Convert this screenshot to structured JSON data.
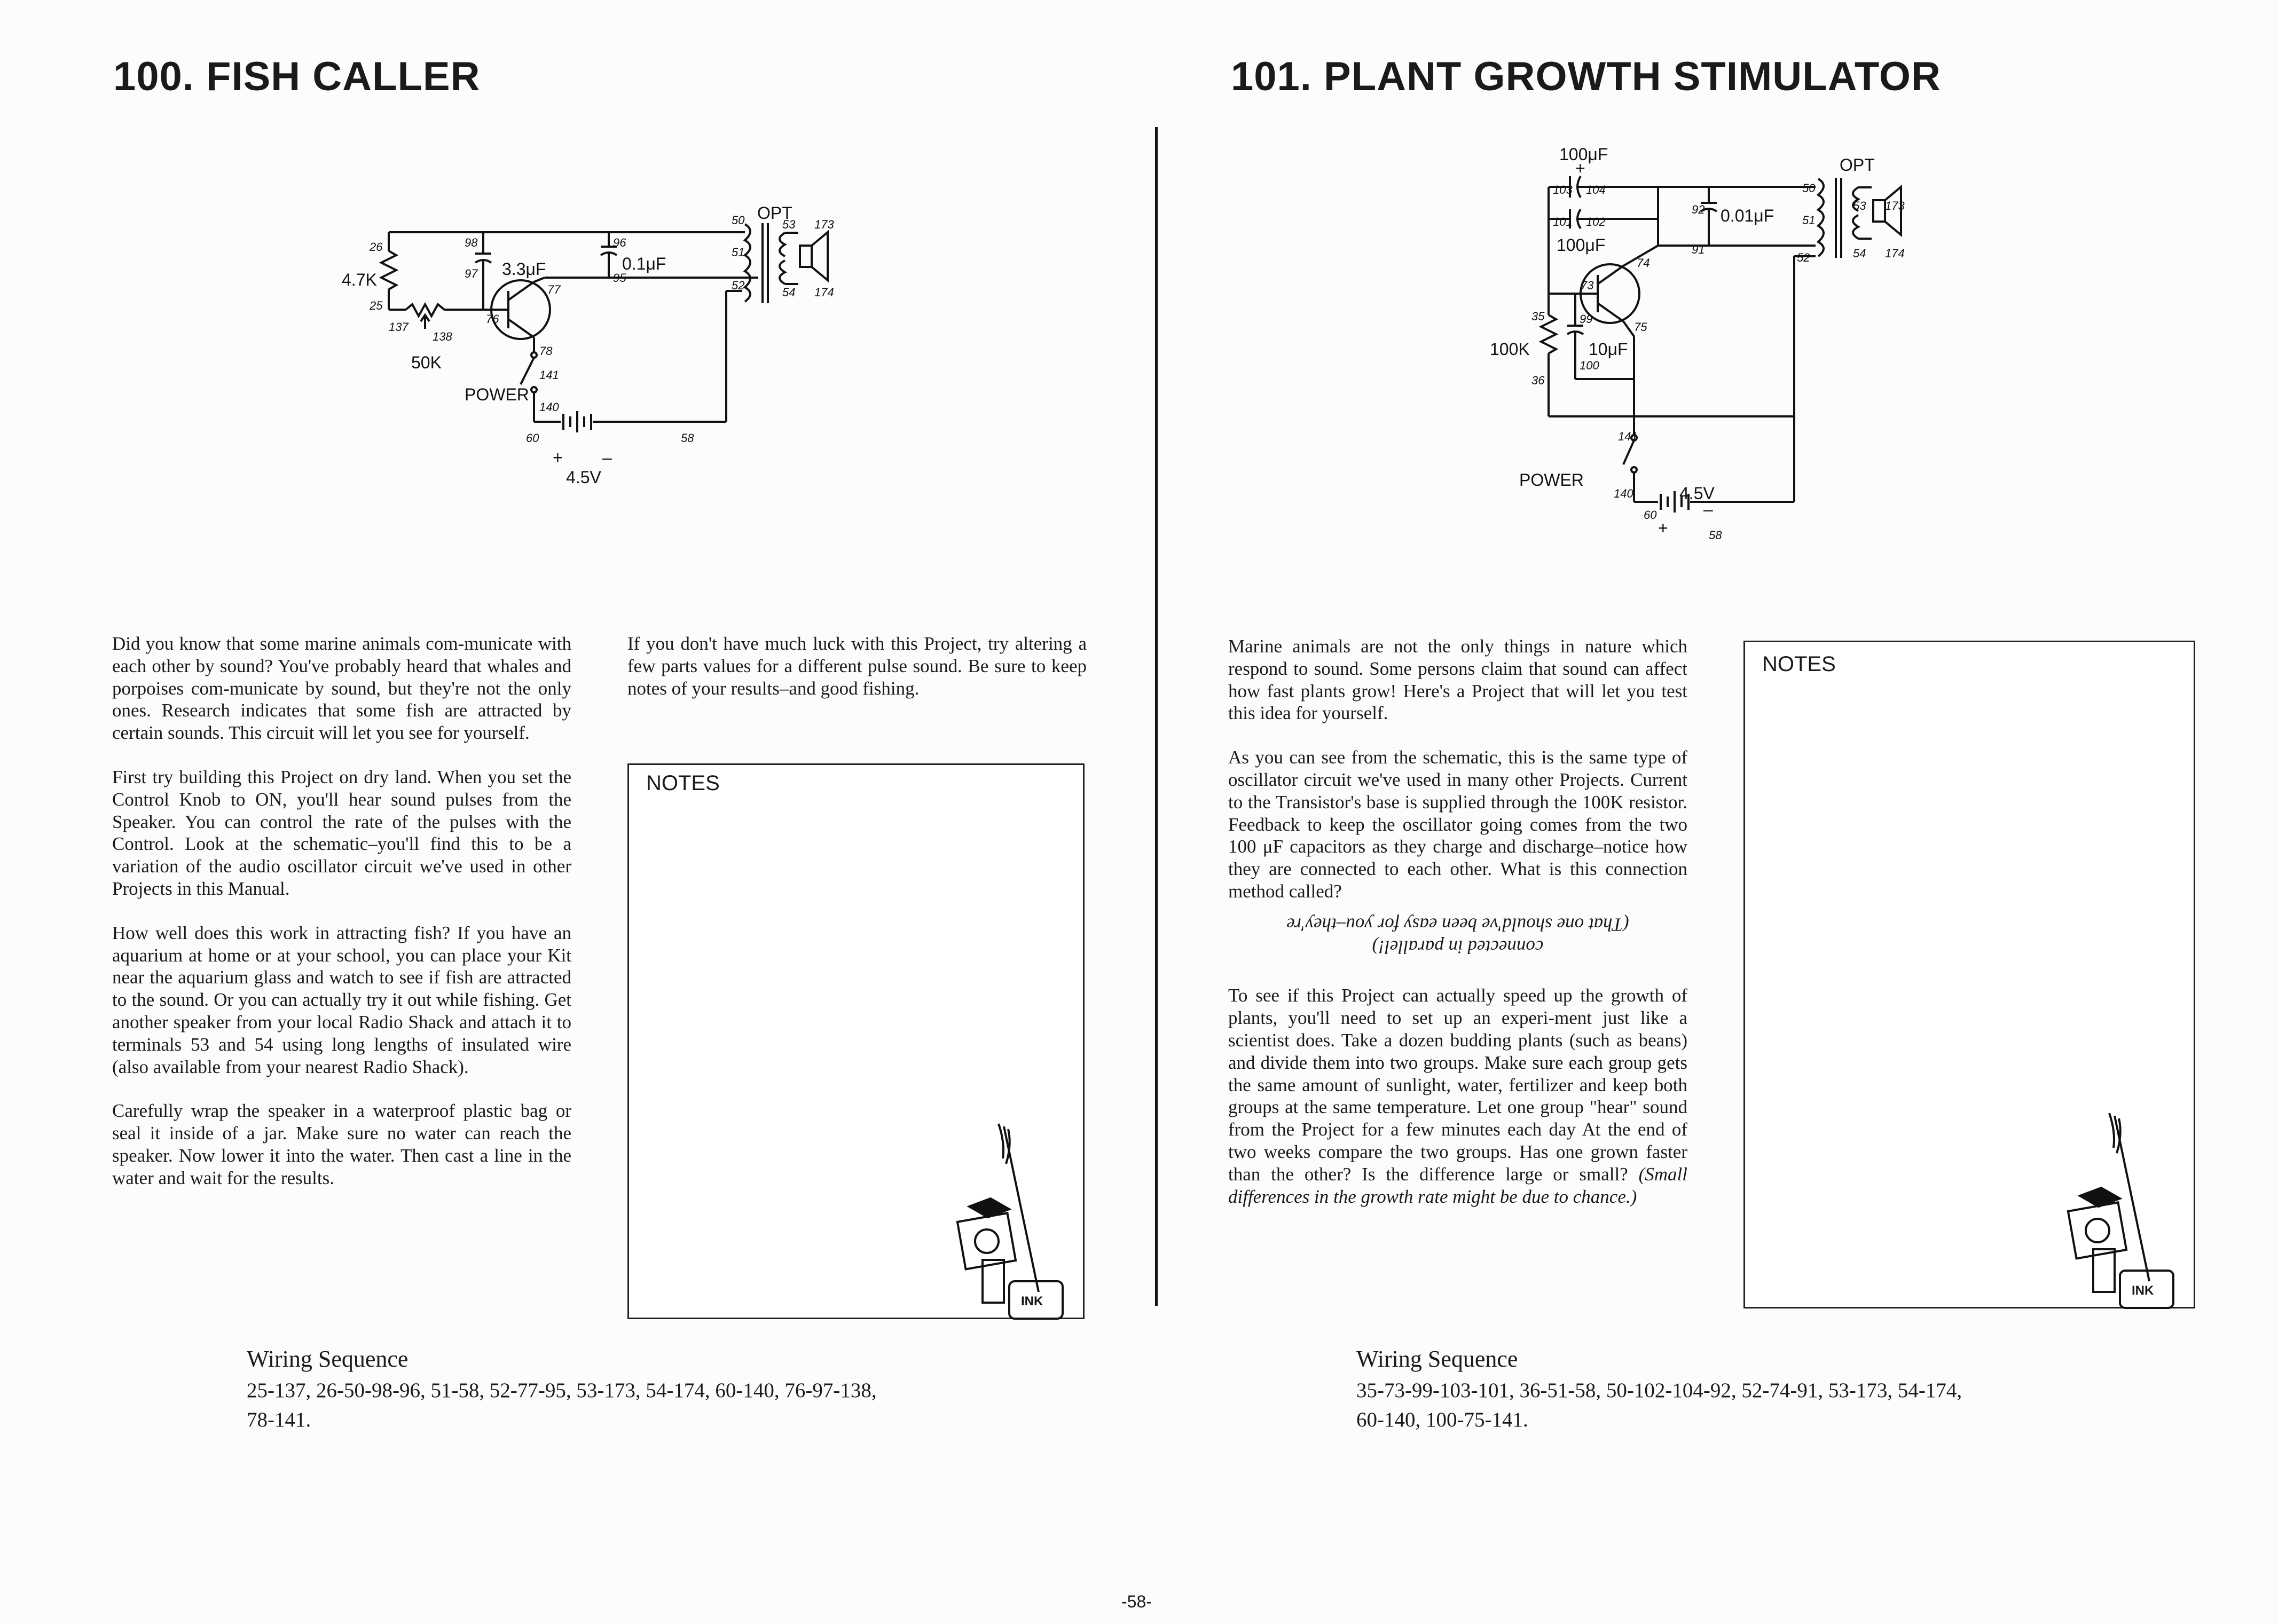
{
  "left": {
    "title": "100. FISH CALLER",
    "schematic": {
      "r_4_7k": "4.7K",
      "pot_50k": "50K",
      "cap_3_3uf": "3.3μF",
      "cap_0_1uf": "0.1μF",
      "opt": "OPT",
      "power": "POWER",
      "battery": "4.5V",
      "plus": "+",
      "minus": "–",
      "t26": "26",
      "t25": "25",
      "t137": "137",
      "t138": "138",
      "t98": "98",
      "t97": "97",
      "t96": "96",
      "t95": "95",
      "t76": "76",
      "t77": "77",
      "t78": "78",
      "t141": "141",
      "t140": "140",
      "t60": "60",
      "t58": "58",
      "t50": "50",
      "t51": "51",
      "t52": "52",
      "t53": "53",
      "t173": "173",
      "t54": "54",
      "t174": "174"
    },
    "col1": [
      "Did you know that some marine animals com-municate with each other by sound? You've probably heard that whales and porpoises com-municate by sound, but they're not the only ones. Research indicates that some fish are attracted by certain sounds. This circuit will let you see for yourself.",
      "First try building this Project on dry land. When you set the Control Knob to ON, you'll hear sound pulses from the Speaker. You can control the rate of the pulses with the Control. Look at the schematic–you'll find this to be a variation of the audio oscillator circuit we've used in other Projects in this Manual.",
      "How well does this work in attracting fish? If you have an aquarium at home or at your school, you can place your Kit near the aquarium glass and watch to see if fish are attracted to the sound. Or you can actually try it out while fishing. Get another speaker from your local Radio Shack and attach it to terminals 53 and 54 using long lengths of insulated wire (also available from your nearest Radio Shack).",
      "Carefully wrap the speaker in a waterproof plastic bag or seal it inside of a jar. Make sure no water can reach the speaker. Now lower it into the water. Then cast a line in the water and wait for the results."
    ],
    "col2": "If you don't have much luck with this Project, try altering a few parts values for a different pulse sound. Be sure to keep notes of your results–and good fishing.",
    "notes_label": "NOTES",
    "wiring_title": "Wiring Sequence",
    "wiring_line1": "25-137, 26-50-98-96, 51-58, 52-77-95, 53-173, 54-174, 60-140, 76-97-138,",
    "wiring_line2": "78-141."
  },
  "right": {
    "title": "101. PLANT GROWTH STIMULATOR",
    "schematic": {
      "cap_100uf_a": "100μF",
      "cap_100uf_b": "100μF",
      "cap_0_01uf": "0.01μF",
      "cap_10uf": "10μF",
      "r_100k": "100K",
      "opt": "OPT",
      "power": "POWER",
      "battery": "4.5V",
      "plus": "+",
      "minus": "–",
      "t103": "103",
      "t104": "104",
      "t101": "101",
      "t102": "102",
      "t73": "73",
      "t74": "74",
      "t75": "75",
      "t35": "35",
      "t36": "36",
      "t99": "99",
      "t100": "100",
      "t92": "92",
      "t91": "91",
      "t50": "50",
      "t51": "51",
      "t52": "52",
      "t53": "53",
      "t173": "173",
      "t54": "54",
      "t174": "174",
      "t141": "141",
      "t140": "140",
      "t60": "60",
      "t58": "58"
    },
    "p1": "Marine animals are not the only things in nature which respond to sound. Some persons claim that sound can affect how fast plants grow! Here's a Project that will let you test this idea for yourself.",
    "p2": "As you can see from the schematic, this is the same type of oscillator circuit we've used in many other Projects. Current to the Transistor's base is supplied through the 100K resistor. Feedback to keep the oscillator going comes from the two 100 μF capacitors as they charge and discharge–notice how they are connected to each other. What is this connection method called?",
    "answer_line1": "(That one should've been easy for you–they're",
    "answer_line2": "connected in parallel!)",
    "p3": "To see if this Project can actually speed up the growth of plants, you'll need to set up an experi-ment just like a scientist does. Take a dozen budding plants (such as beans) and divide them into two groups. Make sure each group gets the same amount of sunlight, water, fertilizer and keep both groups at the same temperature. Let one group \"hear\" sound from the Project for a few minutes each day At the end of two weeks compare the two groups. Has one grown faster than the other? Is the difference large or small?",
    "p3_italic": "(Small differences in the growth rate might be due to chance.)",
    "notes_label": "NOTES",
    "wiring_title": "Wiring Sequence",
    "wiring_line1": "35-73-99-103-101, 36-51-58, 50-102-104-92, 52-74-91, 53-173, 54-174,",
    "wiring_line2": "60-140, 100-75-141."
  },
  "ink_label": "INK",
  "page_number": "-58-"
}
